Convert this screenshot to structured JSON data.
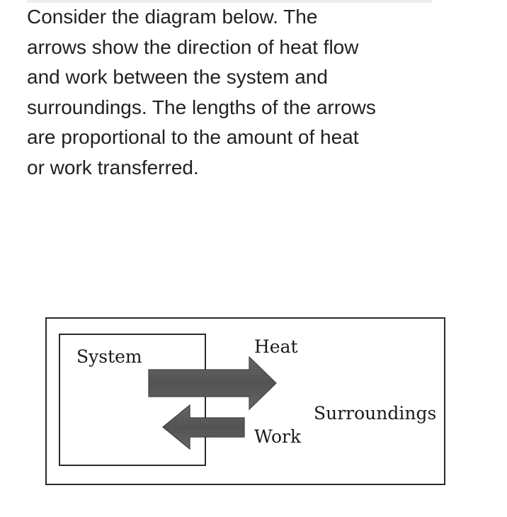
{
  "question": {
    "lines": [
      "Consider the diagram below. The",
      "arrows show the direction of heat flow",
      "and work between the system and",
      "surroundings. The lengths of the arrows",
      "are proportional to the amount of heat",
      "or work transferred."
    ]
  },
  "diagram": {
    "system_label": "System",
    "heat_label": "Heat",
    "work_label": "Work",
    "surroundings_label": "Surroundings",
    "heat_direction": "system-to-surroundings",
    "work_direction": "surroundings-to-system",
    "colors": {
      "heat_arrow": "#5a5a5a",
      "work_arrow": "#4a4a4a",
      "border": "#2b2b2b"
    }
  }
}
